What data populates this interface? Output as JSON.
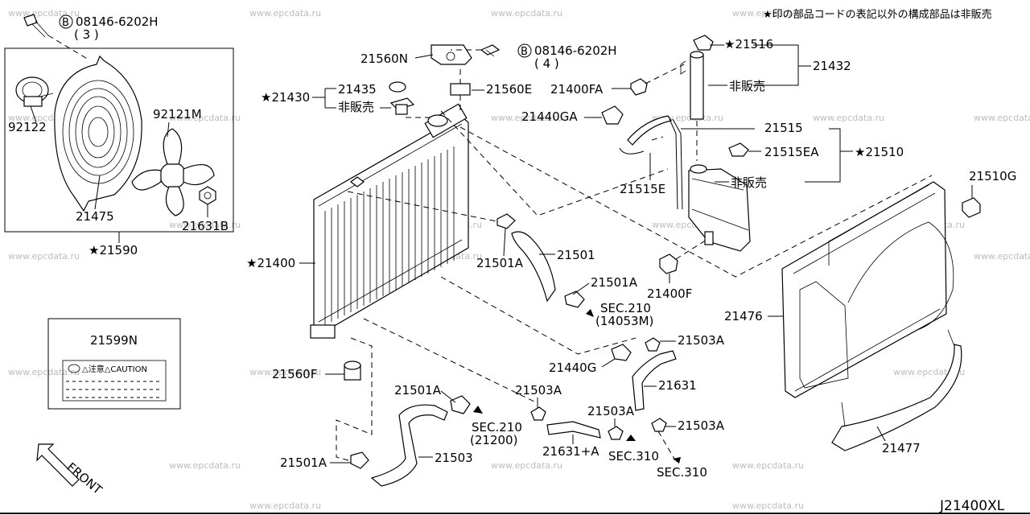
{
  "watermark": "www.epcdata.ru",
  "notice": "★印の部品コードの表記以外の構成部品は非販売",
  "diagram_id": "J21400XL",
  "front_label": "FRONT",
  "labels": {
    "bolt_top_left": "08146-6202H",
    "bolt_top_left_qty": "( 3 )",
    "bolt_top_mid": "08146-6202H",
    "bolt_top_mid_qty": "( 4 )",
    "p92122": "92122",
    "p92121m": "92121M",
    "p21475": "21475",
    "p21631b": "21631B",
    "p21590": "21590",
    "p21599n": "21599N",
    "p21560n": "21560N",
    "p21430": "21430",
    "p21435": "21435",
    "p21430_sub": "非販売",
    "p21560e": "21560E",
    "p21400fa": "21400FA",
    "p21516": "21516",
    "p21432": "21432",
    "p21432_sub": "非販売",
    "p21440ga": "21440GA",
    "p21515": "21515",
    "p21515ea": "21515EA",
    "p21510": "21510",
    "p21515e": "21515E",
    "p21510_sub": "非販売",
    "p21510g": "21510G",
    "p21400": "21400",
    "p21501a_1": "21501A",
    "p21501": "21501",
    "p21501a_2": "21501A",
    "p21400f": "21400F",
    "sec210a": "SEC.210",
    "sec210a_sub": "(14053M)",
    "p21476": "21476",
    "p21503a_1": "21503A",
    "p21440g": "21440G",
    "p21631": "21631",
    "p21560f": "21560F",
    "p21501a_3": "21501A",
    "p21503a_2": "21503A",
    "sec210b": "SEC.210",
    "sec210b_sub": "(21200)",
    "p21503a_3": "21503A",
    "p21503a_4": "21503A",
    "p21631a": "21631+A",
    "sec310a": "SEC.310",
    "sec310b": "SEC.310",
    "p21477": "21477",
    "p21501a_4": "21501A",
    "p21503": "21503",
    "caution": "△注意△CAUTION"
  },
  "glyphs": {
    "star": "★",
    "b": "B"
  }
}
